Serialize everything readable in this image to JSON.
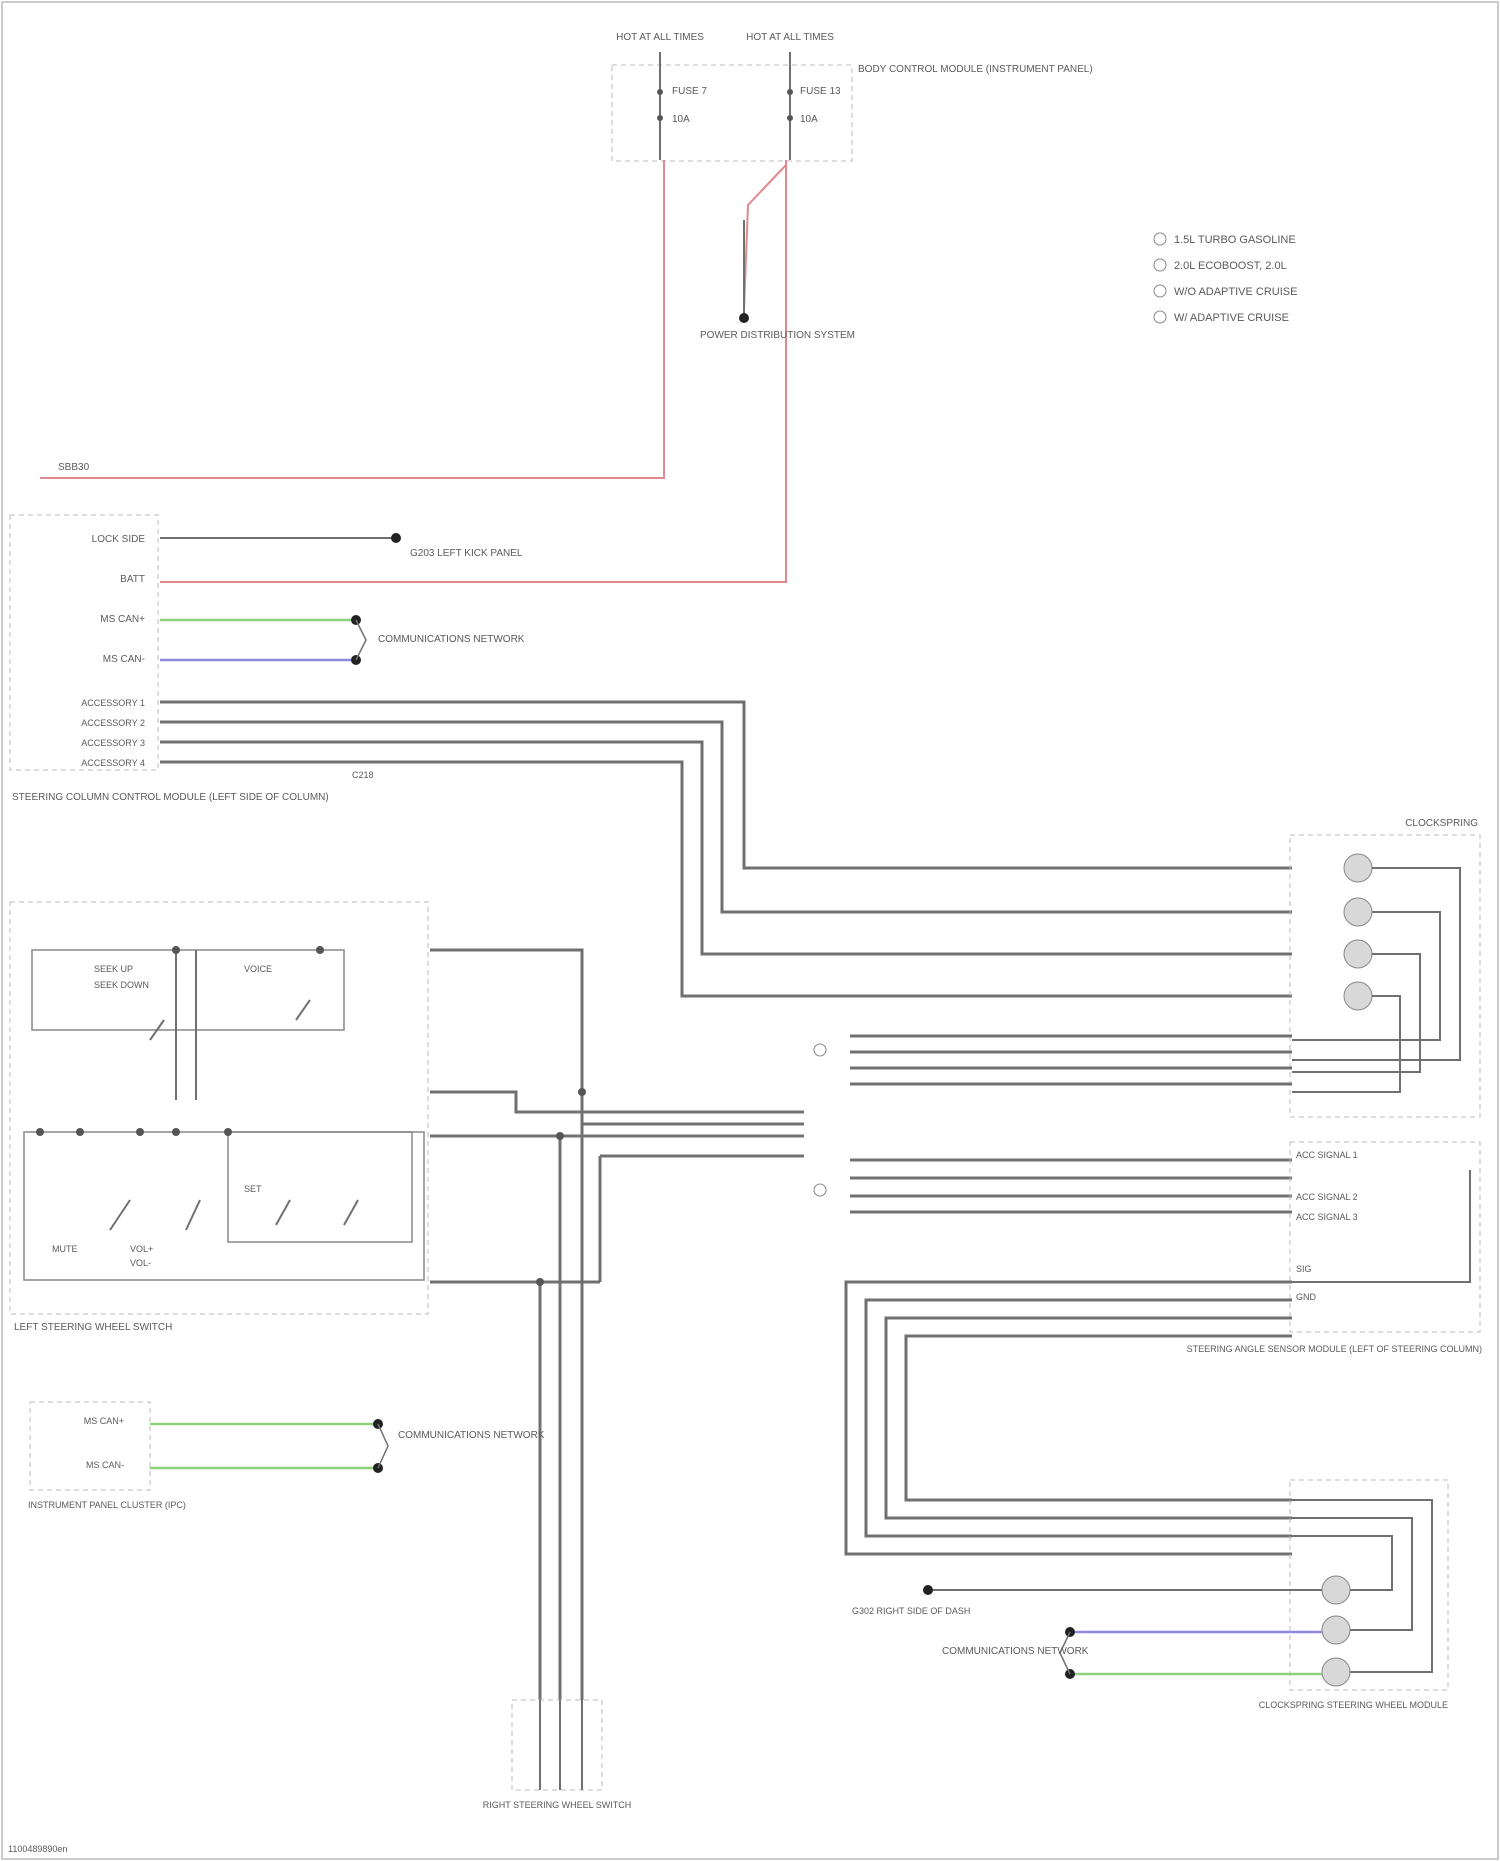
{
  "diagram": {
    "top_fuses": [
      {
        "feed": "HOT AT ALL TIMES",
        "fuse": "FUSE 7",
        "amps": "10A"
      },
      {
        "feed": "HOT AT ALL TIMES",
        "fuse": "FUSE 13",
        "amps": "10A"
      }
    ],
    "fuse_box_label": "BODY CONTROL MODULE (INSTRUMENT PANEL)",
    "power_distribution_label": "POWER DISTRIBUTION SYSTEM",
    "legend": [
      "1.5L TURBO GASOLINE",
      "2.0L ECOBOOST, 2.0L",
      "W/O ADAPTIVE CRUISE",
      "W/ ADAPTIVE CRUISE"
    ],
    "left_feed_label": "SBB30",
    "steering_module": {
      "pins": [
        "LOCK SIDE",
        "BATT",
        "MS CAN+",
        "MS CAN-",
        "ACCESSORY 1",
        "ACCESSORY 2",
        "ACCESSORY 3",
        "ACCESSORY 4"
      ],
      "name": "STEERING COLUMN CONTROL MODULE (LEFT SIDE OF COLUMN)",
      "ground_label": "G203 LEFT KICK PANEL",
      "network_label": "COMMUNICATIONS NETWORK",
      "connector": "C218"
    },
    "left_switch": {
      "name": "LEFT STEERING WHEEL SWITCH",
      "labels": [
        "SEEK UP",
        "SEEK DOWN",
        "VOICE",
        "MUTE",
        "VOL+",
        "VOL-",
        "SET"
      ]
    },
    "clockspring_label": "CLOCKSPRING",
    "steering_angle_module": {
      "labels": [
        "ACC SIGNAL 1",
        "ACC SIGNAL 2",
        "ACC SIGNAL 3",
        "SIG",
        "GND"
      ],
      "name": "STEERING ANGLE SENSOR MODULE (LEFT OF STEERING COLUMN)"
    },
    "interior_lamp": {
      "pins": [
        "MS CAN+",
        "MS CAN-"
      ],
      "name": "INSTRUMENT PANEL CLUSTER (IPC)",
      "network_label": "COMMUNICATIONS NETWORK"
    },
    "right_switch_label": "RIGHT STEERING WHEEL SWITCH",
    "steering_wheel_module": {
      "name": "CLOCKSPRING STEERING WHEEL MODULE",
      "ground_label": "G302 RIGHT SIDE OF DASH",
      "network_label": "COMMUNICATIONS NETWORK"
    },
    "footer": "1100489890en"
  },
  "colors": {
    "red_wire": "#e08a8f",
    "green_wire": "#8fd07f",
    "blue_wire": "#8f8ae0",
    "grey_wire": "#707070",
    "dashed_box": "#b5b5b5",
    "text": "#5a5a5a"
  }
}
